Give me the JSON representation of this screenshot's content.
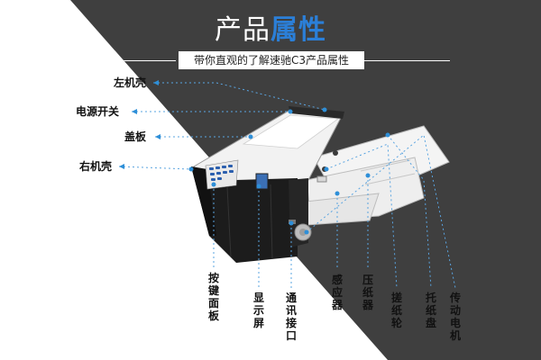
{
  "header": {
    "title_part1": "产品",
    "title_part2": "属性",
    "subtitle": "带你直观的了解速驰C3产品属性"
  },
  "labels": {
    "left_shell": "左机壳",
    "power_switch": "电源开关",
    "cover": "盖板",
    "right_shell": "右机壳",
    "keypad": "按键面板",
    "display": "显示屏",
    "comm_port": "通讯接口",
    "sensor": "感应器",
    "paper_press": "压纸器",
    "feed_wheel": "搓纸轮",
    "tray": "托纸盘",
    "motor": "传动电机"
  },
  "colors": {
    "background_dark": "#3f3f3f",
    "accent_blue": "#2b7fd8",
    "leader_dot": "#2e8fd8"
  }
}
